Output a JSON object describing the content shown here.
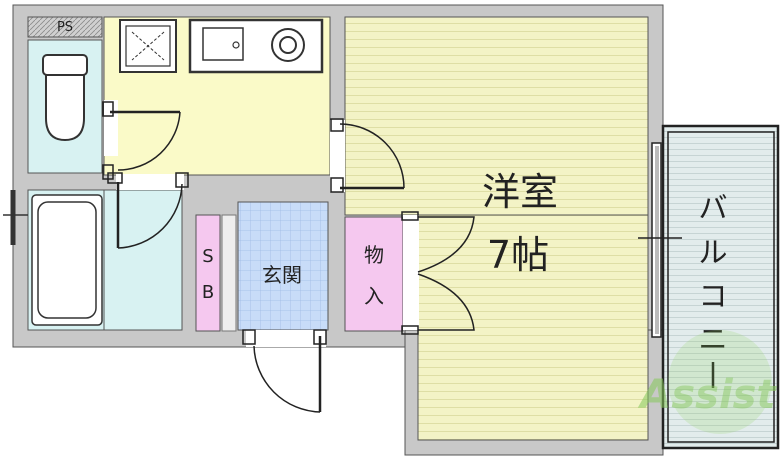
{
  "rooms": {
    "ps": {
      "label": "PS"
    },
    "western_room": {
      "name": "洋室",
      "size": "7帖"
    },
    "storage": {
      "char1": "物",
      "char2": "入"
    },
    "shoe_box": {
      "char1": "S",
      "char2": "B"
    },
    "entrance": {
      "label": "玄関"
    },
    "balcony": {
      "label": "バルコニー",
      "chars": [
        "バ",
        "ル",
        "コ",
        "ニ",
        "ー"
      ]
    }
  },
  "watermark": {
    "text": "Assist"
  },
  "colors": {
    "wall": "#c8c8c8",
    "western_floor": "#f3f3c6",
    "kitchen_floor": "#fafac8",
    "bath_floor": "#d8f2f2",
    "entrance_floor": "#c8dcf8",
    "storage_floor": "#f5c8ef",
    "balcony_floor": "#e2ecec"
  }
}
